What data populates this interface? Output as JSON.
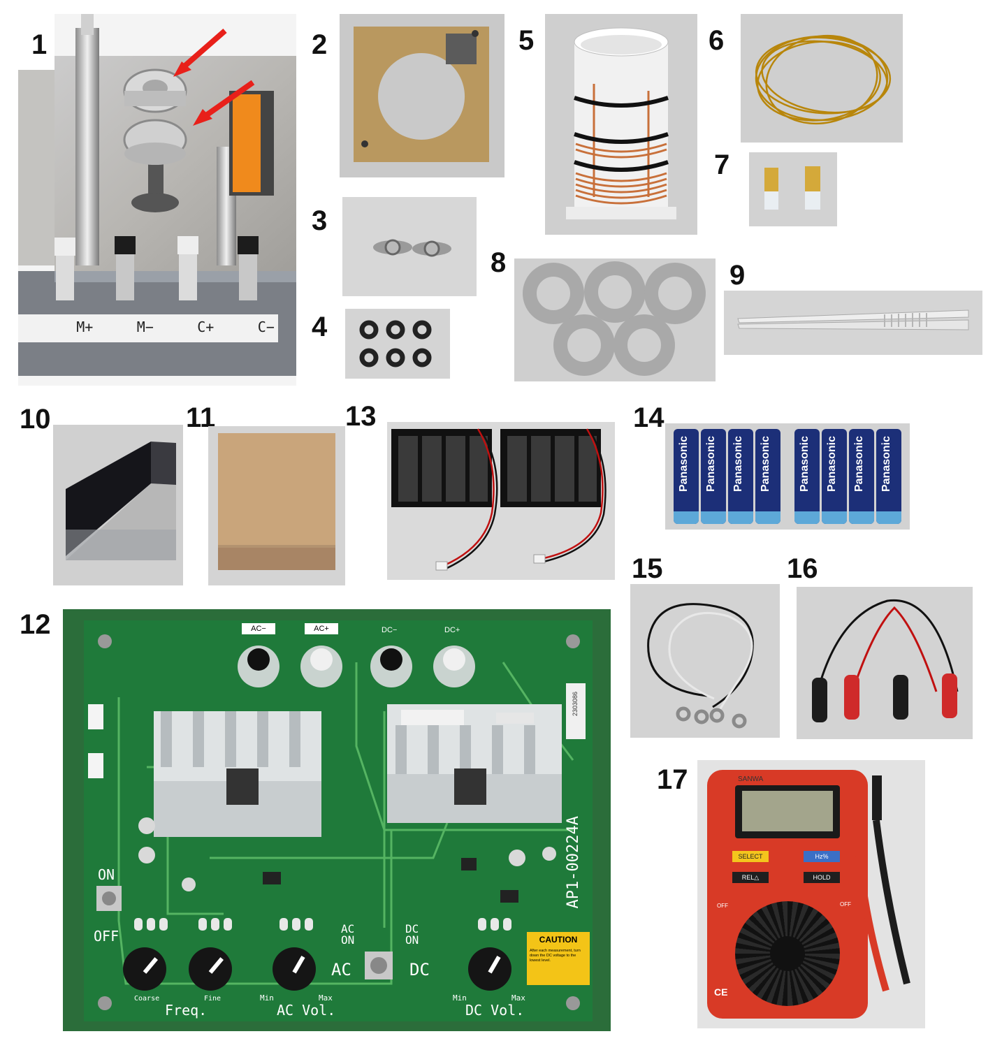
{
  "items": [
    {
      "number": "1"
    },
    {
      "number": "2"
    },
    {
      "number": "3"
    },
    {
      "number": "4"
    },
    {
      "number": "5"
    },
    {
      "number": "6"
    },
    {
      "number": "7"
    },
    {
      "number": "8"
    },
    {
      "number": "9"
    },
    {
      "number": "10"
    },
    {
      "number": "11"
    },
    {
      "number": "12"
    },
    {
      "number": "13"
    },
    {
      "number": "14"
    },
    {
      "number": "15"
    },
    {
      "number": "16"
    },
    {
      "number": "17"
    }
  ],
  "magnet_stand": {
    "terminals": [
      "M+",
      "M−",
      "C+",
      "C−"
    ]
  },
  "batteries": {
    "brand": "Panasonic"
  },
  "board": {
    "jacks": [
      "AC−",
      "AC+",
      "DC−",
      "DC+"
    ],
    "switch_on": "ON",
    "switch_off": "OFF",
    "ac_on": "AC\nON",
    "dc_on": "DC\nON",
    "ac_label": "AC",
    "dc_label": "DC",
    "freq": "Freq.",
    "ac_vol": "AC Vol.",
    "dc_vol": "DC Vol.",
    "coarse": "Coarse",
    "fine": "Fine",
    "min": "Min",
    "max": "Max",
    "part_number": "AP1-00224A",
    "serial": "2303086",
    "caution": "CAUTION",
    "caution_note": "After each measurement, turn down the DC voltage to the lowest level."
  },
  "multimeter": {
    "brand": "SANWA",
    "select": "SELECT",
    "hz": "Hz%",
    "rel": "REL△",
    "hold": "HOLD",
    "off_left": "OFF",
    "off_right": "OFF",
    "ce": "CE"
  },
  "colors": {
    "pcb": "#1f7a3a",
    "multimeter": "#d83a26",
    "caution": "#f3c417",
    "arrow": "#e8201a",
    "copper": "#c8703a"
  }
}
